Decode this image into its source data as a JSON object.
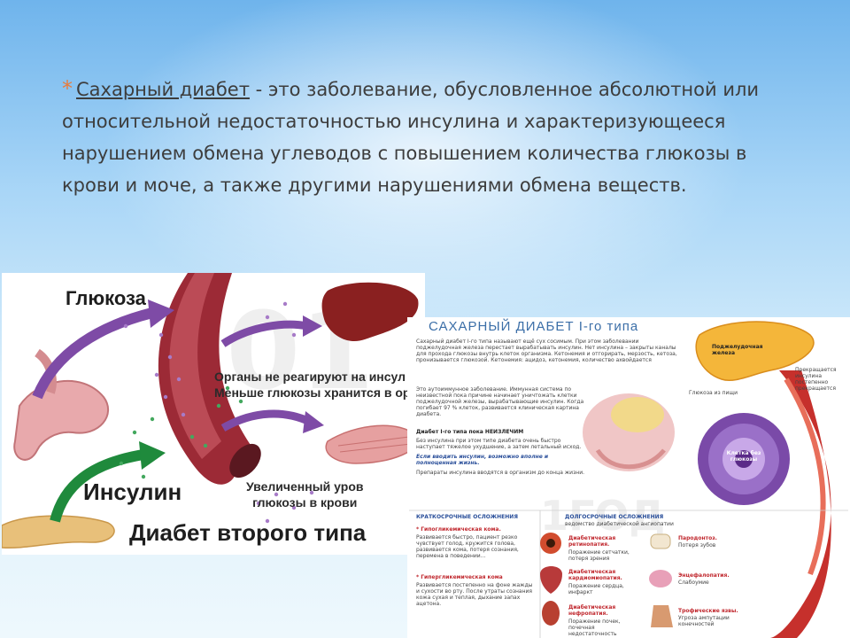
{
  "definition": {
    "bullet": "*",
    "term": "Сахарный диабет",
    "text": " - это заболевание, обусловленное абсолютной или относительной недостаточностью инсулина и характеризующееся нарушением обмена углеводов с повышением количества глюкозы в крови и моче, а также другими нарушениями обмена веществ."
  },
  "left_image": {
    "glucose_label": "Глюкоза",
    "organs_line1": "Органы не реагируют на инсул",
    "organs_line2": "Меньше глюкозы хранится в ор",
    "insulin_label": "Инсулин",
    "level_line1": "Увеличенный уров",
    "level_line2": "глюкозы в крови",
    "type2_label": "Диабет второго типа"
  },
  "right_image": {
    "title": "САХАРНЫЙ ДИАБЕТ I-го типа",
    "pancreas_label": "Поджелудочная железа",
    "intro_text": "Сахарный диабет I-го типа называют ещё сух сосимым. При этом заболевании поджелудочная железа перестает вырабатывать инсулин. Нет инсулина – закрыты каналы для прохода глюкозы внутрь клеток организма. Кетонемия и отгорирать, мерзость, кетоза, пронизывается глюкозой. Кетонемия: ацидоз, кетонемия, количество ахвойдается",
    "autoimmune_text": "Это аутоиммунное заболевание. Иммунная система по неизвестной пока причине начинает уничтожать клетки поджелудочной железы, вырабатывающие инсулин. Когда погибает 97 % клеток, развивается клиническая картина диабета.",
    "incurable_head": "Диабет I-го типа пока НЕИЗЛЕЧИМ",
    "incurable_text": "Без инсулина при этом типе диабета очень быстро наступает тяжелое ухудшение, а затем летальный исход.",
    "insulin_note": "Если вводить инсулин, возможно вполне и полноценная жизнь.",
    "insulin_note2": "Препараты инсулина вводятся в организм до конца жизни.",
    "glucose_food": "Глюкоза из пищи",
    "insulin_deficit": "Прекращается инсулина постепенно прекращается",
    "cell_label": "Клетка без глюкозы",
    "short_head": "КРАТКОСРОЧНЫЕ ОСЛОЖНЕНИЯ",
    "hypo_head": "* Гипогликемическая кома.",
    "hypo_text": "Развивается быстро, пациент резко чувствует голод, кружится голова, развивается кома, потеря сознания, перемена в поведении...",
    "hyper_head": "* Гипергликемическая кома",
    "hyper_text": "Развивается постепенно на фоне жажды и сухости во рту. После утраты сознания кожа сухая и теплая, дыхание запах ацетона.",
    "long_head": "ДОЛГОСРОЧНЫЕ ОСЛОЖНЕНИЯ",
    "long_sub": "ведомство диабетической ангиопатии",
    "retino": "Диабетическая ретинопатия.",
    "retino_sub": "Поражение сетчатки, потеря зрения",
    "cardio": "Диабетическая кардиомиопатия.",
    "cardio_sub": "Поражение сердца, инфаркт",
    "nephro": "Диабетическая нефропатия.",
    "nephro_sub": "Поражение почек, почечная недостаточность",
    "parodont": "Пародонтоз.",
    "parodont_sub": "Потеря зубов",
    "enceph": "Энцефалопатия.",
    "enceph_sub": "Слабоумие",
    "trophic": "Трофические язвы.",
    "trophic_sub": "Угроза ампутации конечностей",
    "watermark": "1ГОД"
  }
}
